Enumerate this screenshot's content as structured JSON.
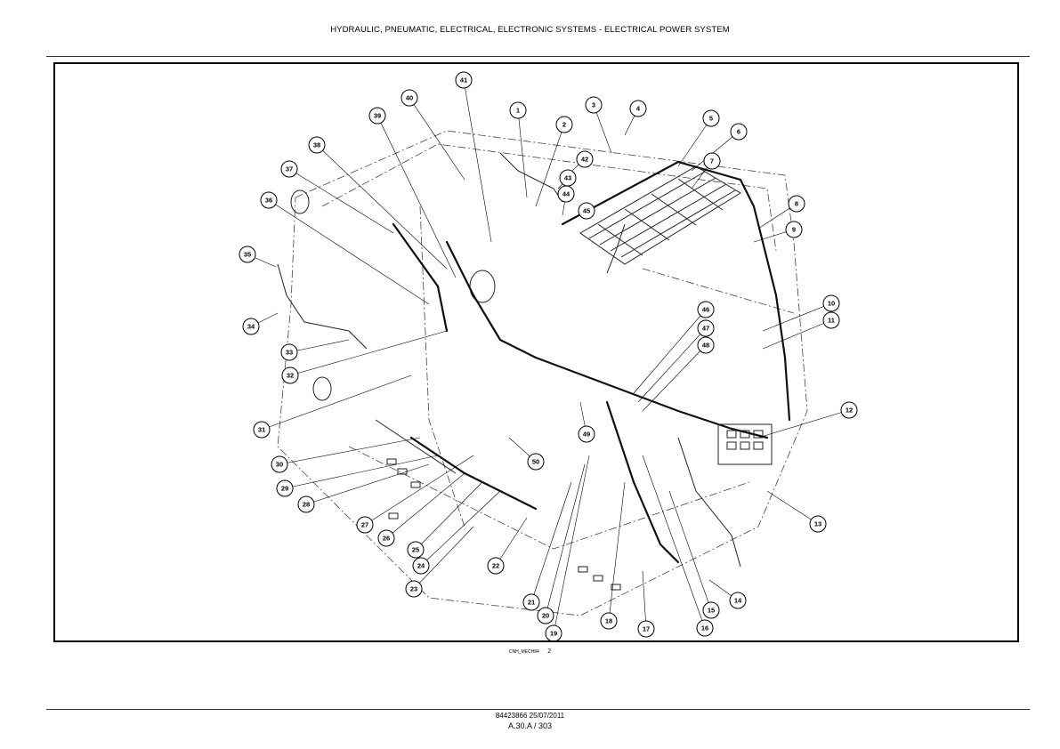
{
  "header": {
    "title": "HYDRAULIC, PNEUMATIC, ELECTRICAL, ELECTRONIC SYSTEMS - ELECTRICAL POWER SYSTEM"
  },
  "figure": {
    "caption_code": "CNH_MECH84",
    "caption_number": "2",
    "callouts": [
      "1",
      "2",
      "3",
      "4",
      "5",
      "6",
      "7",
      "8",
      "9",
      "10",
      "11",
      "12",
      "13",
      "14",
      "15",
      "16",
      "17",
      "18",
      "19",
      "20",
      "21",
      "22",
      "23",
      "24",
      "25",
      "26",
      "27",
      "28",
      "29",
      "30",
      "31",
      "32",
      "33",
      "34",
      "35",
      "36",
      "37",
      "38",
      "39",
      "40",
      "41",
      "42",
      "43",
      "44",
      "45",
      "46",
      "47",
      "48",
      "49",
      "50"
    ]
  },
  "footer": {
    "doc_ref": "84423866 25/07/2011",
    "page": "A.30.A / 303"
  }
}
